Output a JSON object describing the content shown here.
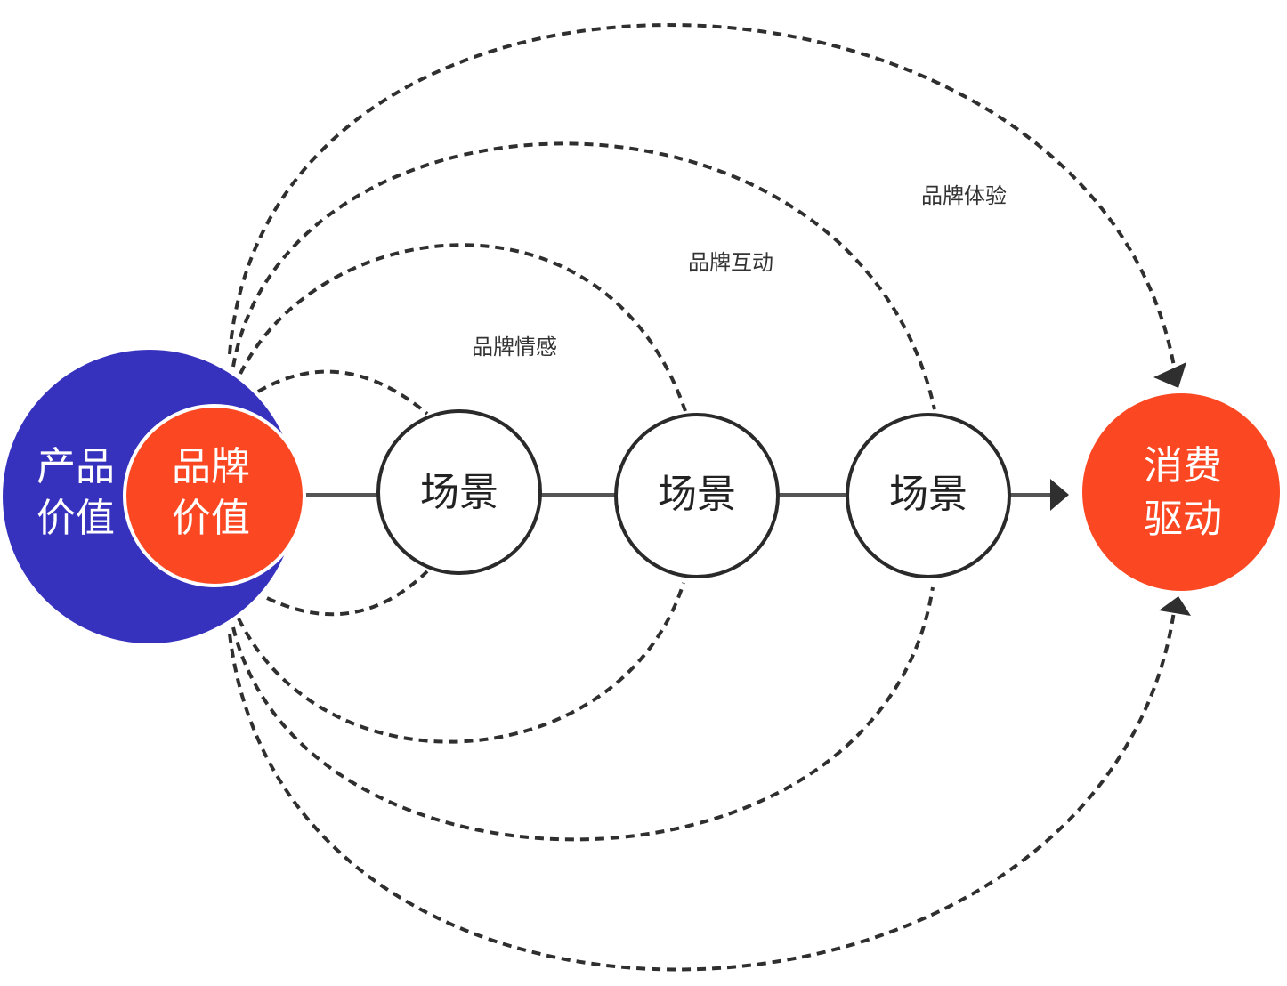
{
  "colors": {
    "product_circle": "#3732BE",
    "brand_circle": "#FB4823",
    "consumption_circle": "#FB4823",
    "line": "#555555",
    "dashed_arc": "#2F2F2F",
    "scene_border": "#2A2A2A"
  },
  "nodes": {
    "product_value": {
      "line1": "产品",
      "line2": "价值"
    },
    "brand_value": {
      "line1": "品牌",
      "line2": "价值"
    },
    "scenes": [
      {
        "label": "场景"
      },
      {
        "label": "场景"
      },
      {
        "label": "场景"
      }
    ],
    "consumption_driver": {
      "line1": "消费",
      "line2": "驱动"
    }
  },
  "arc_labels": {
    "emotion": "品牌情感",
    "interaction": "品牌互动",
    "experience": "品牌体验"
  }
}
